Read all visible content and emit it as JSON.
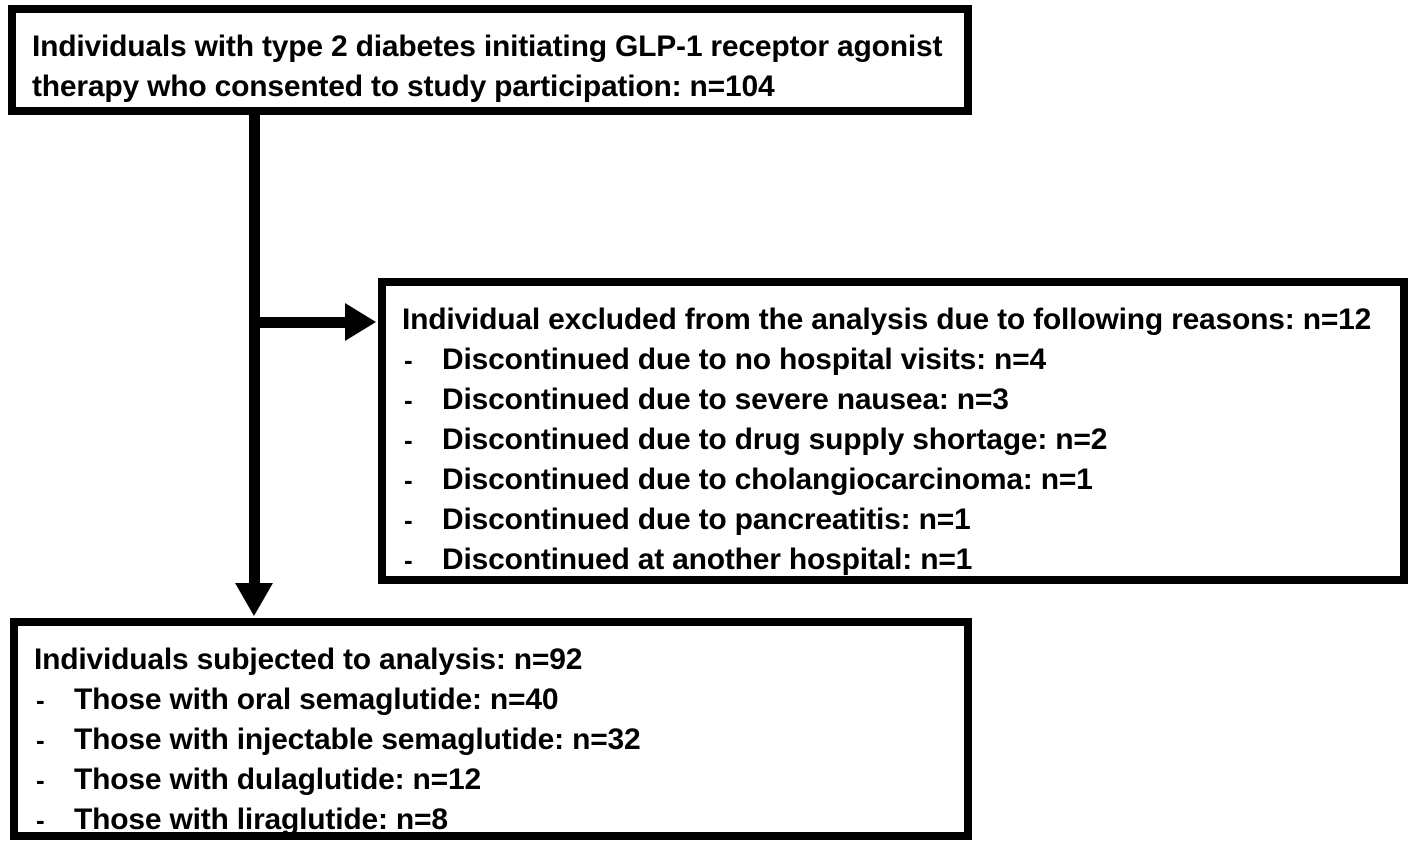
{
  "figure": {
    "type": "flowchart",
    "orientation": "vertical",
    "accent_color": "#000000",
    "background_color": "#ffffff"
  },
  "boxes": {
    "enrolled": {
      "heading": "Individuals with type 2 diabetes initiating GLP-1 receptor agonist therapy who consented to study participation: n=104",
      "count": "n=104",
      "items": []
    },
    "excluded": {
      "heading": "Individual excluded from the analysis due to following reasons: n=12",
      "count": "n=12",
      "bullet_marker": "-",
      "items": [
        {
          "label": "Discontinued due to no hospital visits: n=4",
          "count": "n=4"
        },
        {
          "label": "Discontinued due to severe nausea: n=3",
          "count": "n=3"
        },
        {
          "label": "Discontinued due to drug supply shortage: n=2",
          "count": "n=2"
        },
        {
          "label": "Discontinued due to cholangiocarcinoma: n=1",
          "count": "n=1"
        },
        {
          "label": "Discontinued due to pancreatitis: n=1",
          "count": "n=1"
        },
        {
          "label": "Discontinued at another hospital: n=1",
          "count": "n=1"
        }
      ]
    },
    "analyzed": {
      "heading": "Individuals subjected to analysis: n=92",
      "count": "n=92",
      "bullet_marker": "-",
      "items": [
        {
          "label": "Those with oral semaglutide: n=40",
          "count": "n=40"
        },
        {
          "label": "Those with injectable semaglutide: n=32",
          "count": "n=32"
        },
        {
          "label": "Those with dulaglutide: n=12",
          "count": "n=12"
        },
        {
          "label": "Those with liraglutide: n=8",
          "count": "n=8"
        }
      ]
    }
  },
  "connectors": [
    {
      "name": "enrolled-to-excluded",
      "from": "enrolled",
      "to": "excluded",
      "arrow": "right"
    },
    {
      "name": "enrolled-to-analyzed",
      "from": "enrolled",
      "to": "analyzed",
      "arrow": "down"
    }
  ]
}
